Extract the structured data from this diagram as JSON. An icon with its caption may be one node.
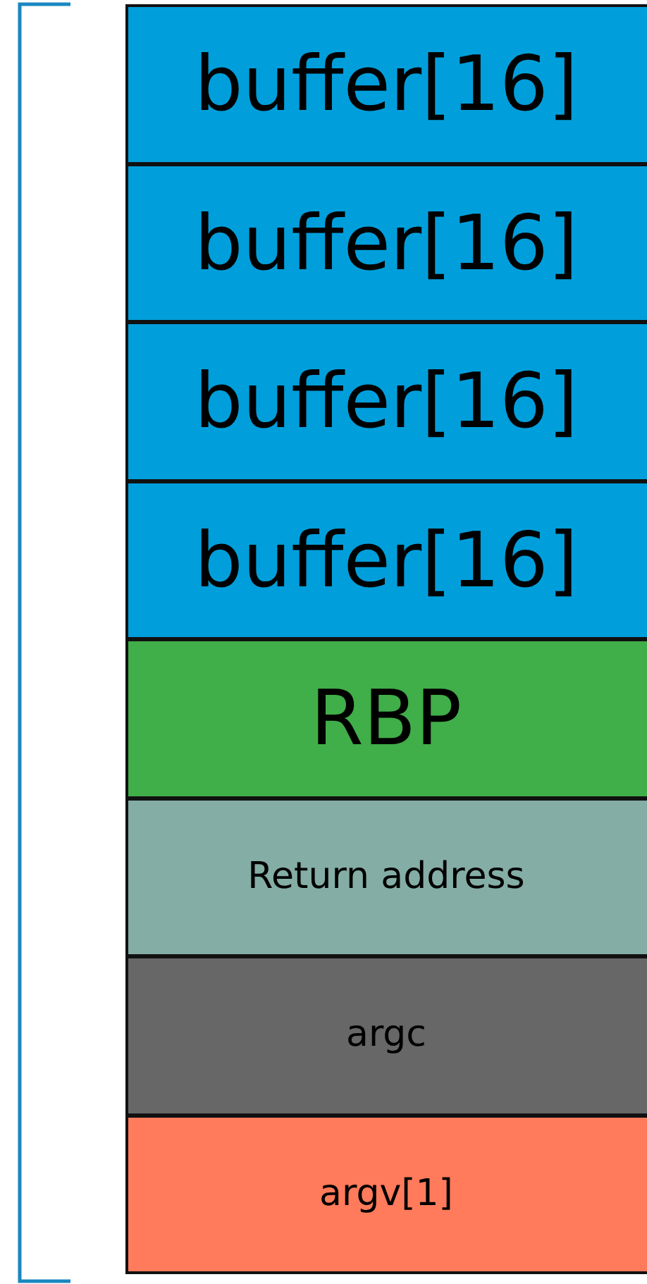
{
  "diagram": {
    "nodes": [
      {
        "text": [
          "buffer[16]"
        ]
      },
      {
        "text": [
          "buffer[16]"
        ]
      },
      {
        "text": [
          "buffer[16]"
        ]
      },
      {
        "text": [
          "buffer[16]"
        ]
      },
      {
        "text": [
          "RBP"
        ]
      },
      {
        "text": [
          "Return address"
        ]
      },
      {
        "text": [
          "argc"
        ]
      },
      {
        "text": [
          "argv[1]"
        ]
      }
    ],
    "edges": []
  }
}
